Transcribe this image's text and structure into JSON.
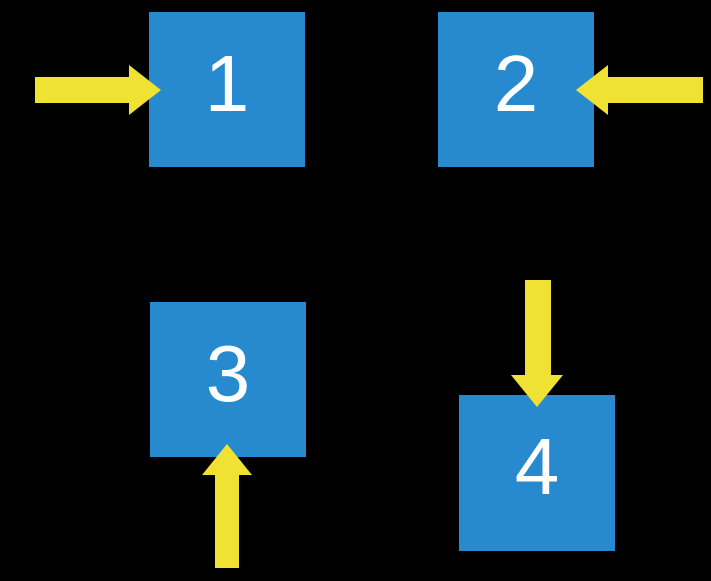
{
  "colors": {
    "background": "#000000",
    "square_fill": "#2789CE",
    "label_text": "#FFFFFF",
    "arrow_fill": "#F0E232"
  },
  "squares": [
    {
      "label": "1",
      "arrow_direction": "right",
      "arrow_side": "left"
    },
    {
      "label": "2",
      "arrow_direction": "left",
      "arrow_side": "right"
    },
    {
      "label": "3",
      "arrow_direction": "up",
      "arrow_side": "bottom"
    },
    {
      "label": "4",
      "arrow_direction": "down",
      "arrow_side": "top"
    }
  ]
}
